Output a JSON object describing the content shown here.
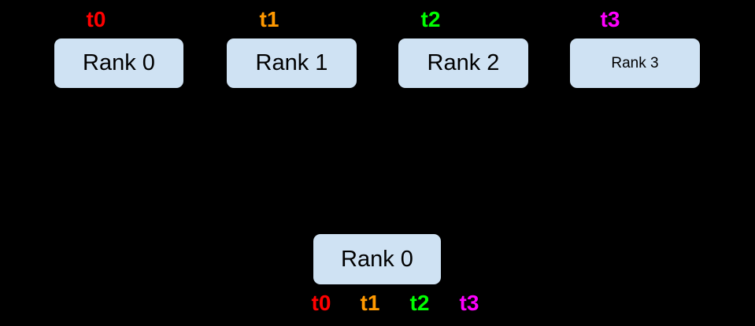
{
  "colors": {
    "background": "#000000",
    "box_fill": "#cfe2f3",
    "box_text": "#000000",
    "thread_t0": "#ff0000",
    "thread_t1": "#ff9900",
    "thread_t2": "#00ff00",
    "thread_t3": "#ff00ff"
  },
  "top_row": {
    "threads": [
      {
        "label": "t0",
        "color": "#ff0000"
      },
      {
        "label": "t1",
        "color": "#ff9900"
      },
      {
        "label": "t2",
        "color": "#00ff00"
      },
      {
        "label": "t3",
        "color": "#ff00ff"
      }
    ],
    "ranks": [
      {
        "label": "Rank 0"
      },
      {
        "label": "Rank 1"
      },
      {
        "label": "Rank 2"
      },
      {
        "label": "Rank 3"
      }
    ]
  },
  "bottom": {
    "rank": {
      "label": "Rank 0"
    },
    "threads": [
      {
        "label": "t0",
        "color": "#ff0000"
      },
      {
        "label": "t1",
        "color": "#ff9900"
      },
      {
        "label": "t2",
        "color": "#00ff00"
      },
      {
        "label": "t3",
        "color": "#ff00ff"
      }
    ]
  }
}
